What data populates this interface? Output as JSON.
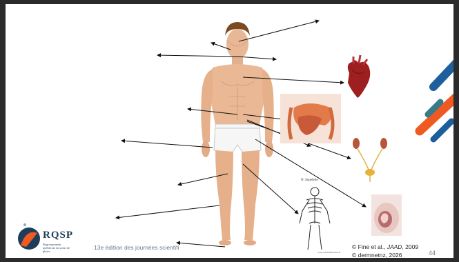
{
  "slide": {
    "footer_text": "13e édition des journées scientifi",
    "page_number": "44",
    "credit_line1_prefix": "© Fine et al., ",
    "credit_line1_journal": "JAAD",
    "credit_line1_suffix": ", 2009",
    "credit_line2": "© dermnetnz, 2026"
  },
  "logo": {
    "title": "RQSP",
    "subtitle": "Regroupement québécois en soins de plaies"
  },
  "skeleton": {
    "title": "N. Squelette",
    "caption": "www.soutiendeclasse.fr"
  },
  "colors": {
    "slide_bg": "#ffffff",
    "frame_bg": "#2b2b2b",
    "accent_blue": "#1d5f9c",
    "accent_orange": "#f05a22",
    "accent_teal": "#3a7a88",
    "logo_navy": "#1e3d5a"
  },
  "icons": {
    "anatomy_figure": "male-body-icon",
    "heart": "heart-icon",
    "intestines": "intestines-icon",
    "urinary": "urinary-system-icon",
    "skeleton": "skeleton-icon",
    "pregnancy": "pregnant-belly-icon",
    "logo_mark": "rqsp-logo-icon"
  }
}
